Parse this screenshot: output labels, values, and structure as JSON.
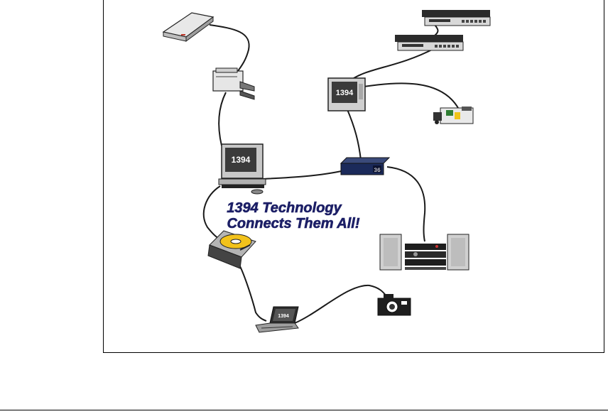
{
  "headline": {
    "line1": "1394 Technology",
    "line2": "Connects Them All!"
  },
  "devices": {
    "computer_label": "1394",
    "tv_label": "1394",
    "settop_display": "36",
    "laptop_label": "1394"
  },
  "colors": {
    "headline_fill": "#1c1f66",
    "cable": "#1a1a1a",
    "disk": "#f2c21b",
    "settop_body": "#1b2a5a"
  }
}
